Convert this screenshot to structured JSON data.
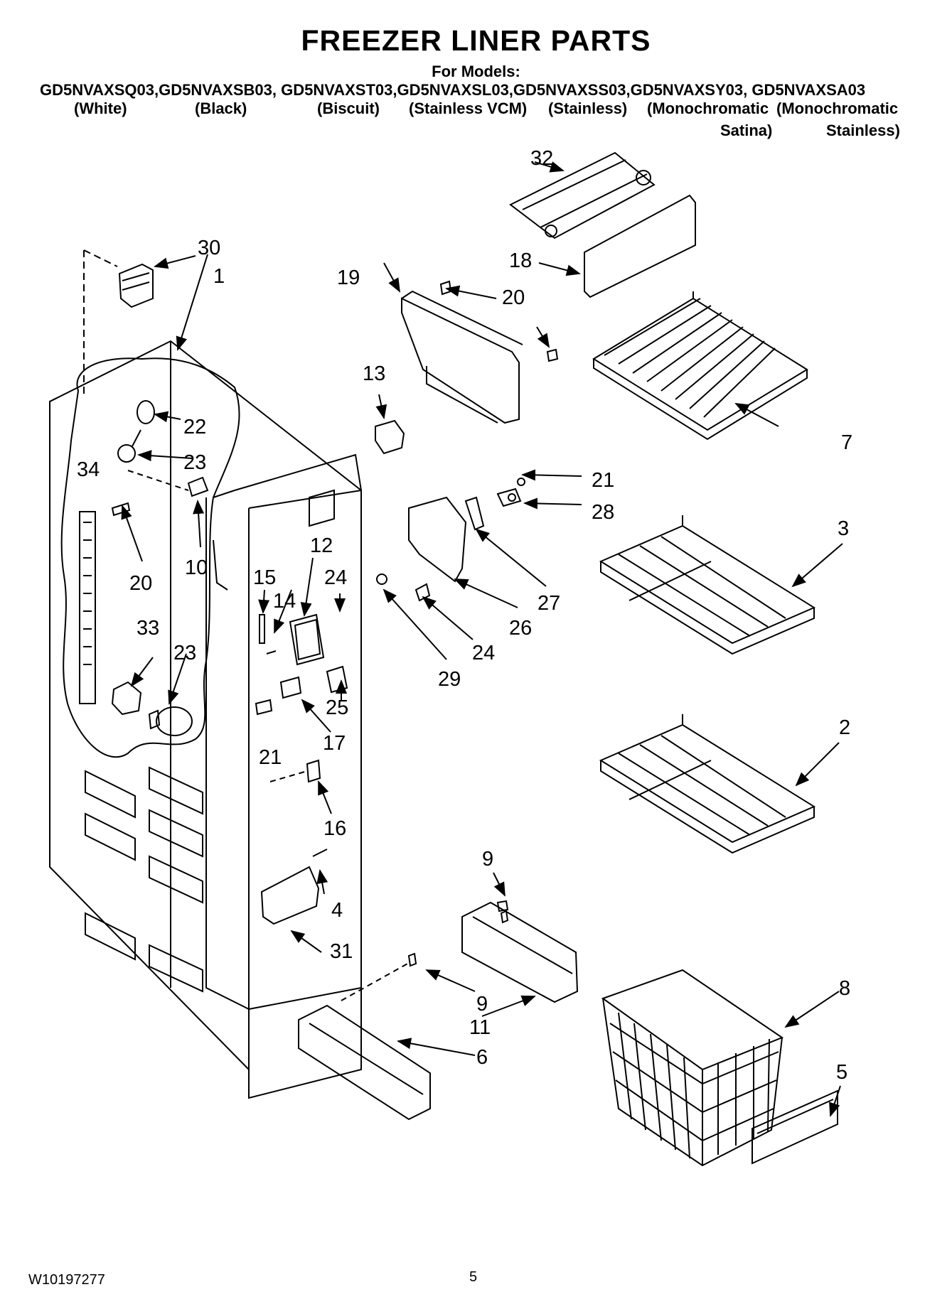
{
  "header": {
    "title": "FREEZER LINER PARTS",
    "for_models": "For Models:",
    "models": "GD5NVAXSQ03,GD5NVAXSB03, GD5NVAXST03,GD5NVAXSL03,GD5NVAXSS03,GD5NVAXSY03, GD5NVAXSA03",
    "colors": {
      "white": "(White)",
      "black": "(Black)",
      "biscuit": "(Biscuit)",
      "stainless_vcm": "(Stainless VCM)",
      "stainless": "(Stainless)",
      "mono_satina_1": "(Monochromatic",
      "mono_satina_2": "Satina)",
      "mono_stainless_1": "(Monochromatic",
      "mono_stainless_2": "Stainless)"
    }
  },
  "callouts": {
    "c1": "1",
    "c2": "2",
    "c3": "3",
    "c4": "4",
    "c5": "5",
    "c6": "6",
    "c7": "7",
    "c8": "8",
    "c9a": "9",
    "c9b": "9",
    "c10": "10",
    "c11": "11",
    "c12": "12",
    "c13": "13",
    "c14": "14",
    "c15": "15",
    "c16": "16",
    "c17": "17",
    "c18": "18",
    "c19": "19",
    "c20a": "20",
    "c20b": "20",
    "c21a": "21",
    "c21b": "21",
    "c22": "22",
    "c23a": "23",
    "c23b": "23",
    "c24a": "24",
    "c24b": "24",
    "c25": "25",
    "c26": "26",
    "c27": "27",
    "c28": "28",
    "c29": "29",
    "c30": "30",
    "c31": "31",
    "c32": "32",
    "c33": "33",
    "c34": "34"
  },
  "footer": {
    "doc_number": "W10197277",
    "page_number": "5"
  }
}
